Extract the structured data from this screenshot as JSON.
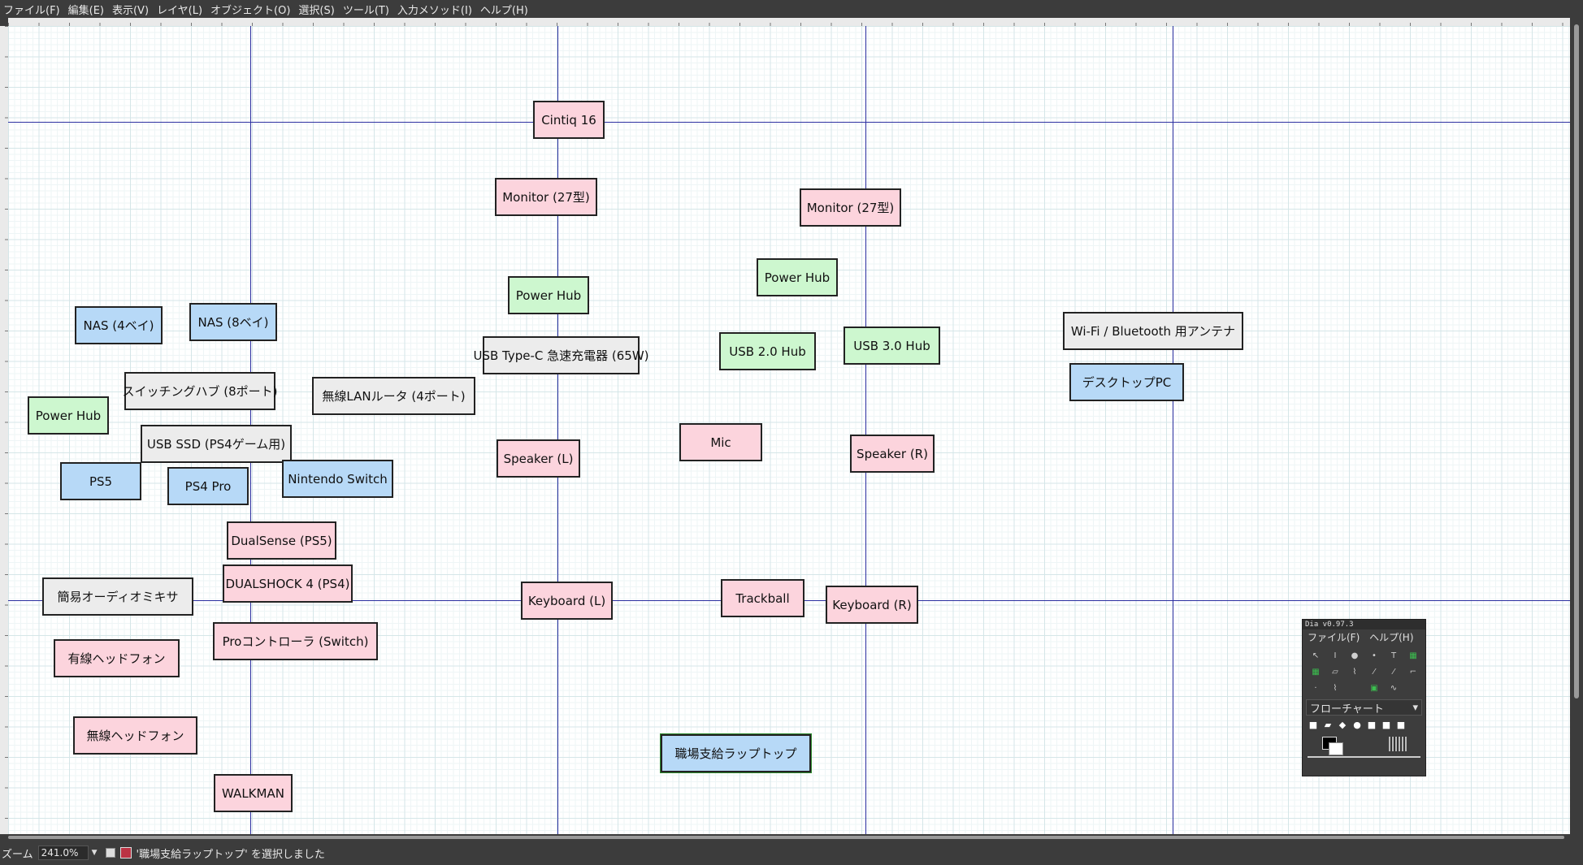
{
  "menubar": {
    "items": [
      "ファイル(F)",
      "編集(E)",
      "表示(V)",
      "レイヤ(L)",
      "オブジェクト(O)",
      "選択(S)",
      "ツール(T)",
      "入力メソッド(I)",
      "ヘルプ(H)"
    ]
  },
  "nodes": {
    "cintiq": "Cintiq 16",
    "monitor_left": "Monitor (27型)",
    "monitor_right": "Monitor (27型)",
    "power_hub_center": "Power Hub",
    "power_hub_right": "Power Hub",
    "power_hub_left": "Power Hub",
    "usbc_charger": "USB Type-C 急速充電器 (65W)",
    "usb2_hub": "USB 2.0 Hub",
    "usb3_hub": "USB 3.0 Hub",
    "wifi_antenna": "Wi-Fi / Bluetooth 用アンテナ",
    "desktop_pc": "デスクトップPC",
    "nas4": "NAS (4ベイ)",
    "nas8": "NAS (8ベイ)",
    "switching_hub": "スイッチングハブ (8ポート)",
    "wireless_router": "無線LANルータ (4ポート)",
    "usb_ssd": "USB SSD (PS4ゲーム用)",
    "ps5": "PS5",
    "ps4pro": "PS4 Pro",
    "nintendo_switch": "Nintendo Switch",
    "speaker_l": "Speaker (L)",
    "mic": "Mic",
    "speaker_r": "Speaker (R)",
    "dualsense": "DualSense (PS5)",
    "dualshock": "DUALSHOCK 4 (PS4)",
    "mixer": "簡易オーディオミキサ",
    "keyboard_l": "Keyboard (L)",
    "trackball": "Trackball",
    "keyboard_r": "Keyboard (R)",
    "pro_controller": "Proコントローラ (Switch)",
    "wired_headphone": "有線ヘッドフォン",
    "wireless_headphone": "無線ヘッドフォン",
    "work_laptop": "職場支給ラップトップ",
    "walkman": "WALKMAN"
  },
  "colors": {
    "pink": "#fcd4dd",
    "blue": "#b7d9f7",
    "green": "#cdf7cf",
    "gray": "#ececec",
    "guide": "#2b2fa0"
  },
  "statusbar": {
    "zoom_label": "ズーム",
    "zoom_value": "241.0%",
    "message": "'職場支給ラップトップ' を選択しました"
  },
  "toolbox": {
    "title": "Dia v0.97.3",
    "menu_file": "ファイル(F)",
    "menu_help": "ヘルプ(H)",
    "sheet": "フローチャート"
  }
}
